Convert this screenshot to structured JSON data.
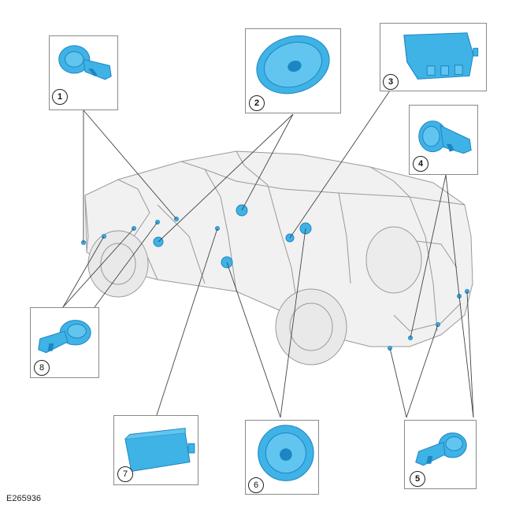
{
  "figure": {
    "reference_code": "E265936",
    "accent_color": "#3fb2e6",
    "accent_dark": "#1c86c2",
    "ghost_color": "#9a9a9a"
  },
  "callouts": [
    {
      "number": "1",
      "component": "sensor-icon"
    },
    {
      "number": "2",
      "component": "speaker-icon"
    },
    {
      "number": "3",
      "component": "control-module-icon"
    },
    {
      "number": "4",
      "component": "sensor-icon"
    },
    {
      "number": "5",
      "component": "sensor-icon"
    },
    {
      "number": "6",
      "component": "speaker-icon"
    },
    {
      "number": "7",
      "component": "speaker-bar-icon"
    },
    {
      "number": "8",
      "component": "sensor-icon"
    }
  ]
}
